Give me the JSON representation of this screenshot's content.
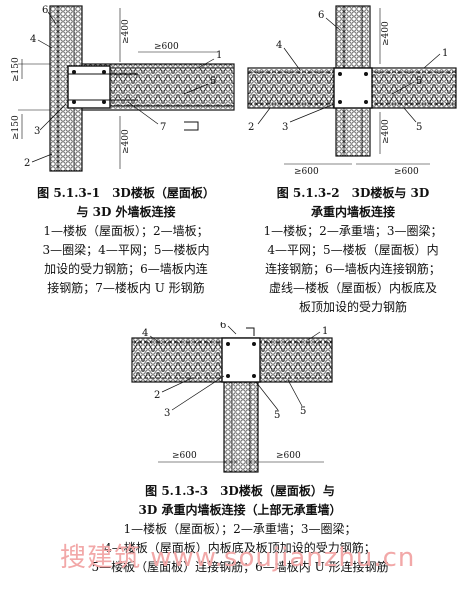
{
  "figures": [
    {
      "id": "fig-5-1-3-1",
      "caption_title": "图 5.1.3-1　3D楼板（屋面板）",
      "caption_title2": "与 3D 外墙板连接",
      "legend_lines": [
        "1—楼板（屋面板）；2—墙板；",
        "3—圈梁；4—平网；5—楼板内",
        "加设的受力钢筋；6—墙板内连",
        "接钢筋；7—楼板内 U 形钢筋"
      ],
      "callouts": [
        "1",
        "2",
        "3",
        "4",
        "5",
        "6",
        "7"
      ],
      "dims": [
        "≥400",
        "≥600",
        "≥150",
        "≥150",
        "≥400"
      ]
    },
    {
      "id": "fig-5-1-3-2",
      "caption_title": "图 5.1.3-2　3D楼板与 3D",
      "caption_title2": "承重内墙板连接",
      "legend_lines": [
        "1—楼板；2—承重墙；3—圈梁；",
        "4—平网；5—楼板（屋面板）内",
        "连接钢筋；6—墙板内连接钢筋；",
        "虚线—楼板（屋面板）内板底及",
        "板顶加设的受力钢筋"
      ],
      "callouts": [
        "1",
        "2",
        "3",
        "4",
        "5",
        "6",
        "5"
      ],
      "dims": [
        "≥400",
        "≥400",
        "≥600",
        "≥600"
      ]
    },
    {
      "id": "fig-5-1-3-3",
      "caption_title": "图 5.1.3-3　3D楼板（屋面板）与",
      "caption_title2": "3D 承重内墙板连接（上部无承重墙）",
      "legend_lines": [
        "1—楼板（屋面板）；2—承重墙；3—圈梁；",
        "4—楼板（屋面板）内板底及板顶加设的受力钢筋；",
        "5—楼板（屋面板）连接钢筋；6—墙板内 U 形连接钢筋"
      ],
      "callouts": [
        "1",
        "2",
        "3",
        "4",
        "5",
        "5",
        "6"
      ],
      "dims": [
        "≥600",
        "≥600"
      ]
    }
  ],
  "watermark": "搜建筑 www.soujianzhu.cn"
}
